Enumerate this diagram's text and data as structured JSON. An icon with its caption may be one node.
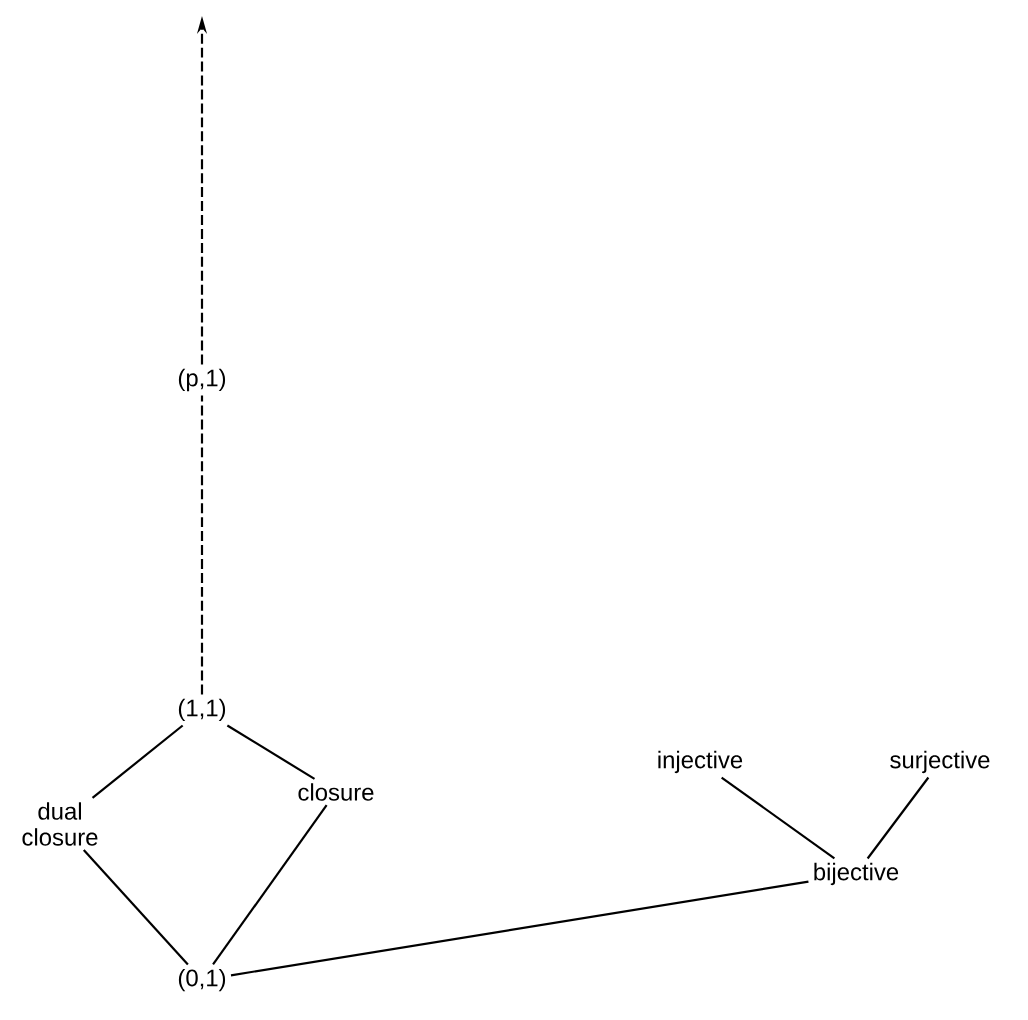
{
  "diagram": {
    "nodes": [
      {
        "text": [
          "(p,1)"
        ]
      },
      {
        "text": [
          "(1,1)"
        ]
      },
      {
        "text": [
          "dual closure"
        ]
      },
      {
        "text": [
          "closure"
        ]
      },
      {
        "text": [
          "(0,1)"
        ]
      },
      {
        "text": [
          "injective"
        ]
      },
      {
        "text": [
          "surjective"
        ]
      },
      {
        "text": [
          "bijective"
        ]
      }
    ],
    "edges": [
      {
        "from": 0,
        "to": null,
        "arrow": "to",
        "style": "dashed"
      },
      {
        "from": 1,
        "to": 0,
        "arrow": "none",
        "style": "dashed"
      },
      {
        "from": 1,
        "to": 2,
        "arrow": "none"
      },
      {
        "from": 1,
        "to": 3,
        "arrow": "none"
      },
      {
        "from": 2,
        "to": 4,
        "arrow": "none"
      },
      {
        "from": 3,
        "to": 4,
        "arrow": "none"
      },
      {
        "from": 7,
        "to": 4,
        "arrow": "none"
      },
      {
        "from": 5,
        "to": 7,
        "arrow": "none"
      },
      {
        "from": 6,
        "to": 7,
        "arrow": "none"
      }
    ]
  }
}
